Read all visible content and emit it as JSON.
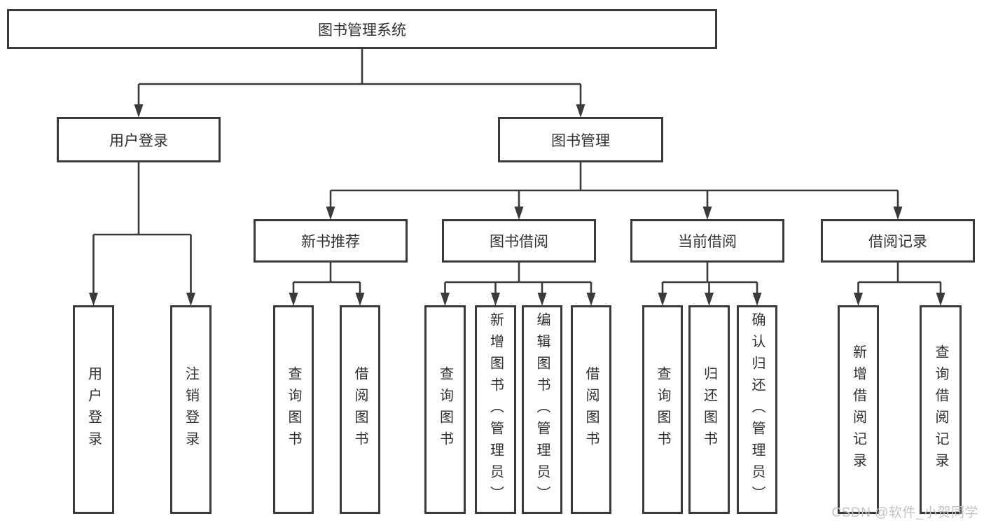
{
  "tree": {
    "label": "图书管理系统",
    "children": [
      {
        "label": "用户登录",
        "children": [
          {
            "label": "用户登录"
          },
          {
            "label": "注销登录"
          }
        ]
      },
      {
        "label": "图书管理",
        "children": [
          {
            "label": "新书推荐",
            "children": [
              {
                "label": "查询图书"
              },
              {
                "label": "借阅图书"
              }
            ]
          },
          {
            "label": "图书借阅",
            "children": [
              {
                "label": "查询图书"
              },
              {
                "label": "新增图书（管理员）"
              },
              {
                "label": "编辑图书（管理员）"
              },
              {
                "label": "借阅图书"
              }
            ]
          },
          {
            "label": "当前借阅",
            "children": [
              {
                "label": "查询图书"
              },
              {
                "label": "归还图书"
              },
              {
                "label": "确认归还（管理员）"
              }
            ]
          },
          {
            "label": "借阅记录",
            "children": [
              {
                "label": "新增借阅记录"
              },
              {
                "label": "查询借阅记录"
              }
            ]
          }
        ]
      }
    ]
  },
  "watermark": "CSDN @软件_小贺同学",
  "colors": {
    "line": "#3a3a3a",
    "text": "#303030",
    "bg": "#ffffff",
    "watermark": "#c3c3c3"
  }
}
